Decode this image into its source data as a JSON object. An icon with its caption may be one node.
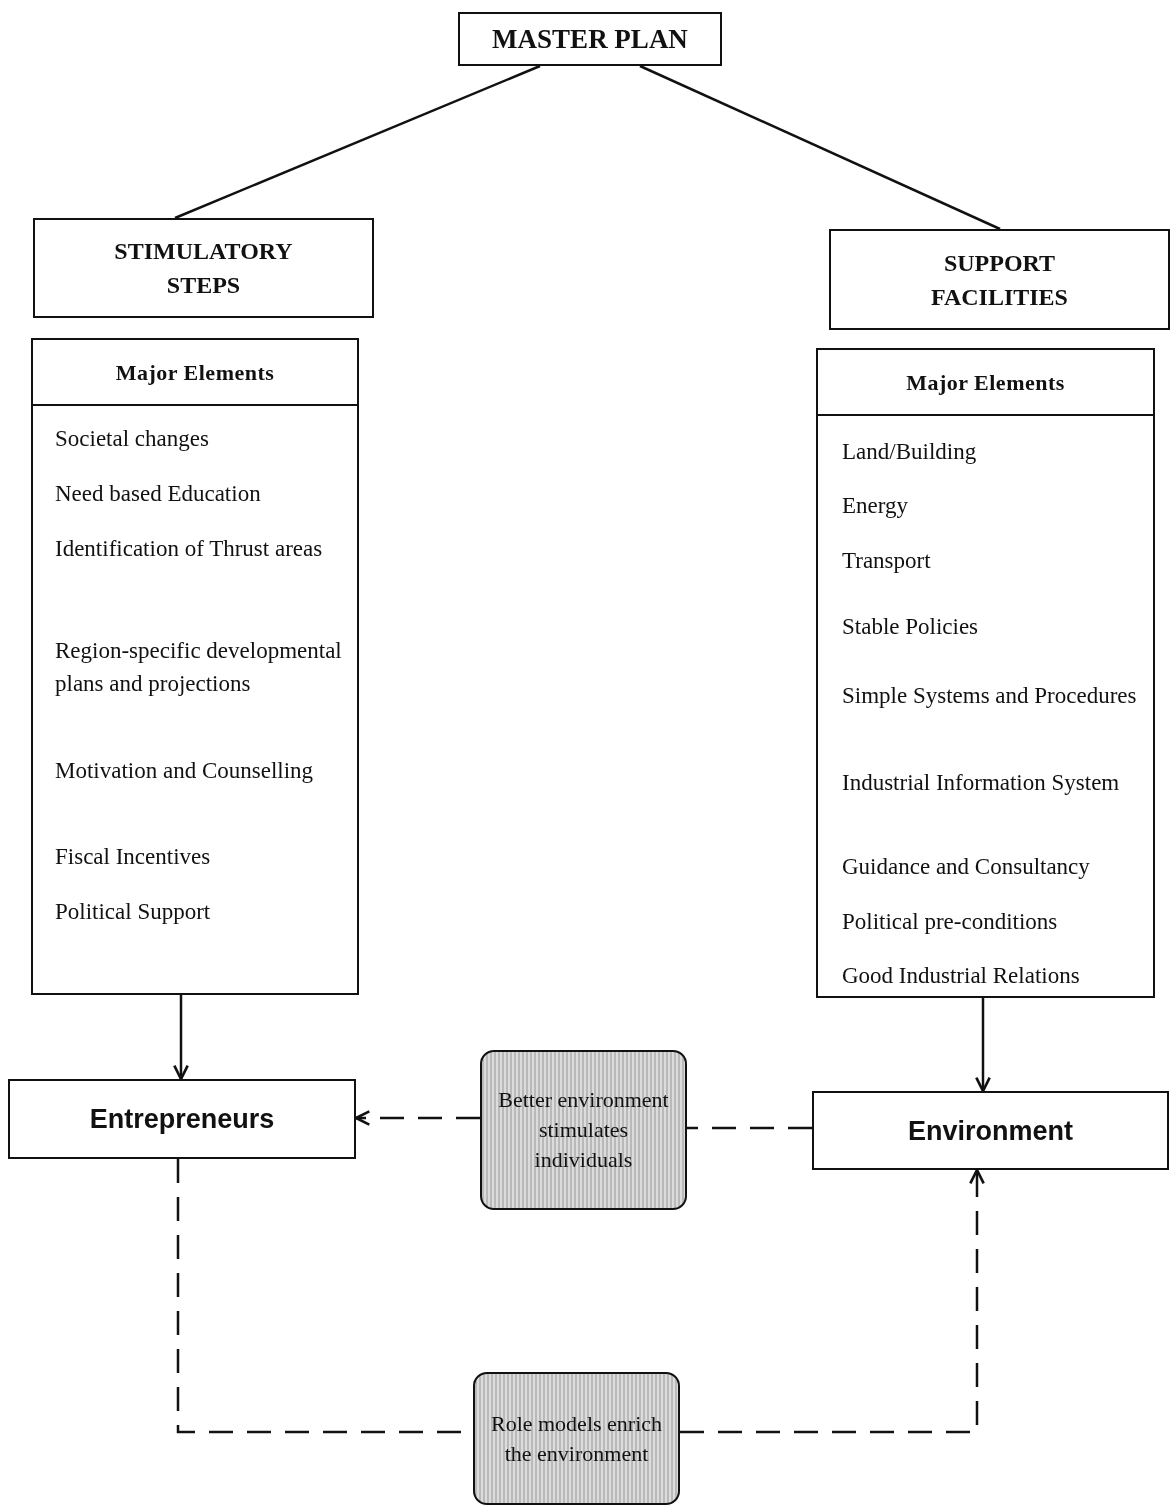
{
  "diagram": {
    "nodes": [
      {
        "text": [
          "MASTER PLAN"
        ]
      },
      {
        "text": [
          "STIMULATORY STEPS"
        ]
      },
      {
        "text": [
          "Major Elements",
          "Societal changes",
          "Need based Education",
          "Identification of Thrust areas",
          "Region-specific developmental plans and projections",
          "Motivation and Counselling",
          "Fiscal Incentives",
          "Political Support"
        ]
      },
      {
        "text": [
          "SUPPORT FACILITIES"
        ]
      },
      {
        "text": [
          "Major Elements",
          "Land/Building",
          "Energy",
          "Transport",
          "Stable Policies",
          "Simple Systems and Procedures",
          "Industrial Information System",
          "Guidance and Consultancy",
          "Political pre-conditions",
          "Good Industrial Relations"
        ]
      },
      {
        "text": [
          "Entrepreneurs"
        ]
      },
      {
        "text": [
          "Environment"
        ]
      },
      {
        "text": [
          "Better environment stimulates individuals"
        ]
      },
      {
        "text": [
          "Role models enrich the environment"
        ]
      }
    ],
    "edges": [
      {
        "from": 0,
        "to": 1,
        "arrow": "none"
      },
      {
        "from": 0,
        "to": 3,
        "arrow": "none"
      },
      {
        "from": 2,
        "to": 5,
        "arrow": "to"
      },
      {
        "from": 4,
        "to": 6,
        "arrow": "to"
      },
      {
        "from": 6,
        "to": 7,
        "arrow": "none",
        "style": "dashed"
      },
      {
        "from": 7,
        "to": 5,
        "arrow": "to",
        "style": "dashed"
      },
      {
        "from": 5,
        "to": 8,
        "arrow": "none",
        "style": "dashed"
      },
      {
        "from": 8,
        "to": 6,
        "arrow": "to",
        "style": "dashed"
      }
    ]
  }
}
